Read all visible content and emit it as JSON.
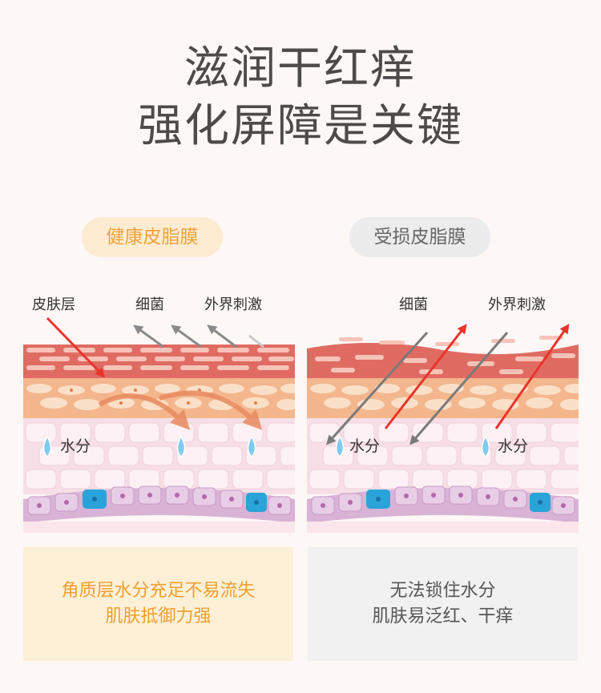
{
  "title": {
    "line1": "滋润干红痒",
    "line2": "强化屏障是关键"
  },
  "panels": {
    "healthy": {
      "badge": "健康皮脂膜",
      "labels": {
        "skin_layer": "皮肤层",
        "bacteria": "细菌",
        "external": "外界刺激"
      },
      "water": "水分",
      "caption": {
        "line1": "角质层水分充足不易流失",
        "line2": "肌肤抵御力强"
      }
    },
    "damaged": {
      "badge": "受损皮脂膜",
      "labels": {
        "bacteria": "细菌",
        "external": "外界刺激"
      },
      "water": "水分",
      "caption": {
        "line1": "无法锁住水分",
        "line2": "肌肤易泛红、干痒"
      }
    }
  },
  "icons": {
    "drop": "water-drop-icon",
    "arrow": "arrow-icon"
  },
  "colors": {
    "accent_orange": "#f1a33a",
    "arrow_red": "#e8342a",
    "arrow_gray": "#8a8a8a",
    "title": "#4f4a4a"
  }
}
